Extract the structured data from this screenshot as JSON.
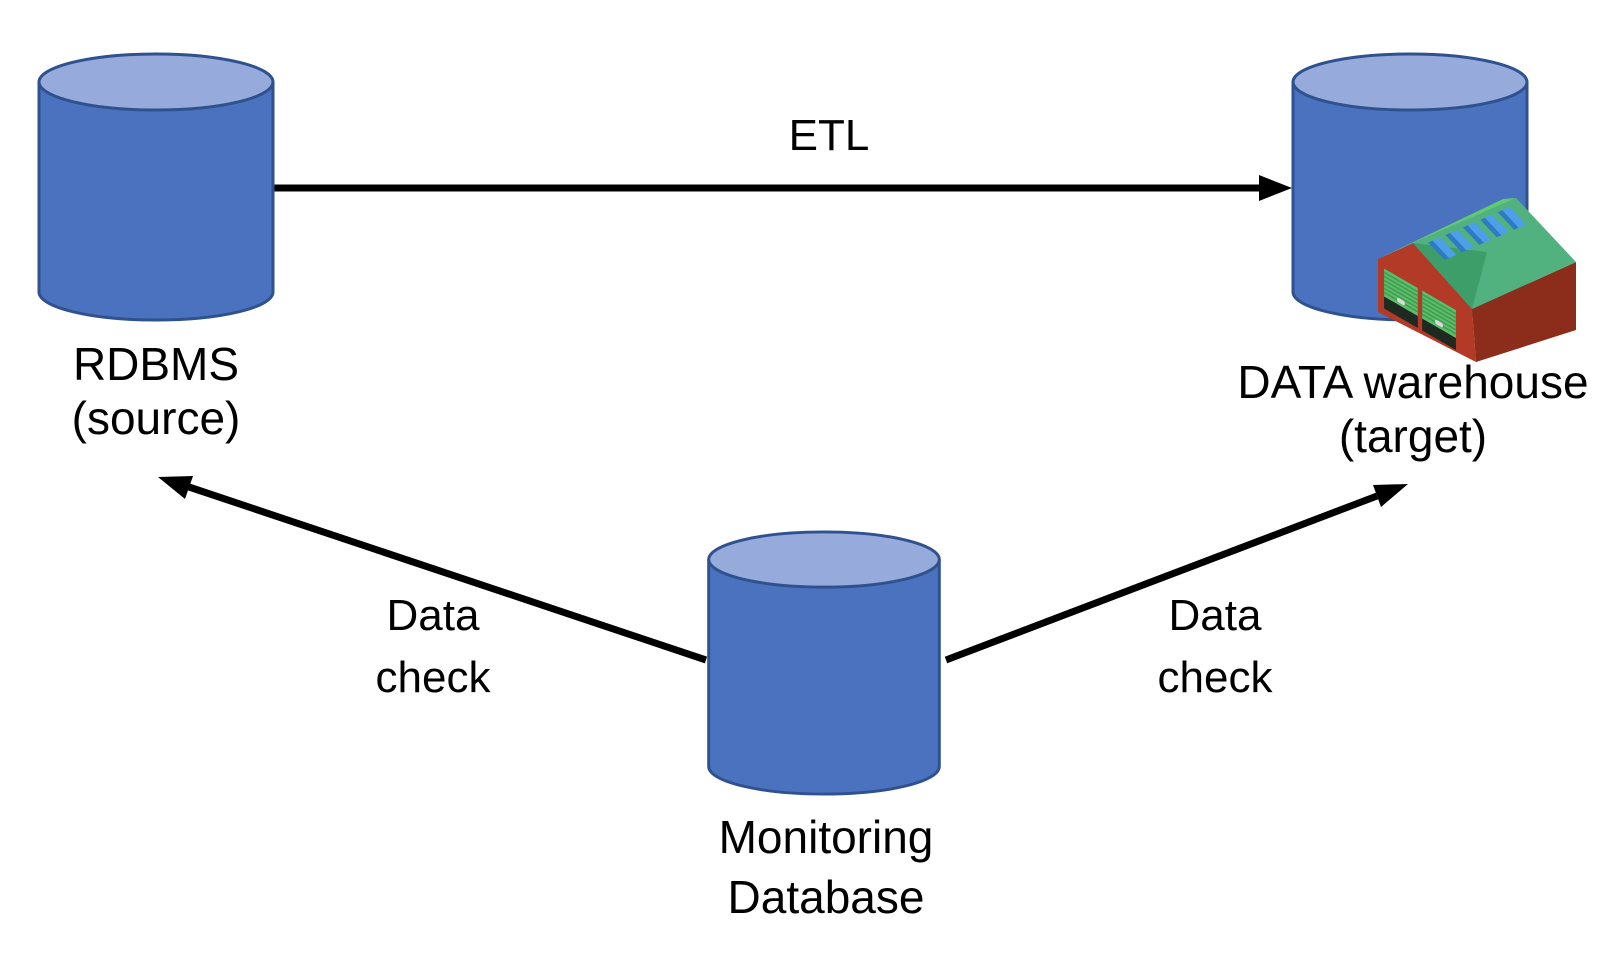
{
  "diagram": {
    "nodes": {
      "source": {
        "line1": "RDBMS",
        "line2": "(source)",
        "icon": "database-cylinder"
      },
      "target": {
        "line1": "DATA warehouse",
        "line2": "(target)",
        "icon": "database-cylinder-with-warehouse-building"
      },
      "monitor": {
        "line1": "Monitoring",
        "line2": "Database",
        "icon": "database-cylinder"
      }
    },
    "edges": {
      "etl": {
        "label": "ETL"
      },
      "check_left": {
        "line1": "Data",
        "line2": "check"
      },
      "check_right": {
        "line1": "Data",
        "line2": "check"
      }
    }
  },
  "colors": {
    "background": "#FFFFFF",
    "text": "#000000",
    "arrow": "#000000",
    "cylinder_body": "#4B72BF",
    "cylinder_top": "#96AADC",
    "cylinder_stroke": "#2F528F",
    "warehouse": {
      "roof_ridge": "#5FCA71",
      "roof_main": "#52B27F",
      "roof_shadow": "#3D9E69",
      "wall_front": "#B23A27",
      "wall_side": "#8B2D1A",
      "door": "#5DBE6A",
      "door_stripe": "#3E9B50",
      "opening": "#1F2922",
      "skylight": "#4C9FE8",
      "skylight_dark": "#2E7BC0",
      "handle": "#D9D9D9"
    }
  }
}
